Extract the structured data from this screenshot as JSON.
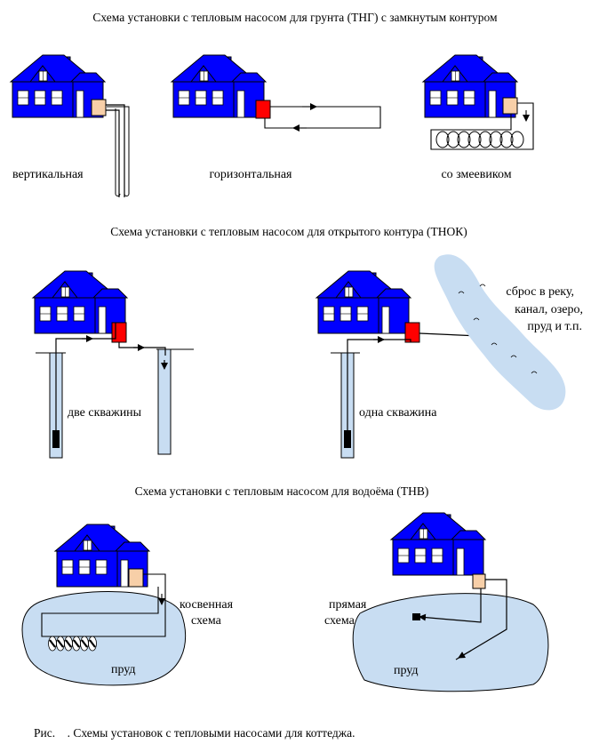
{
  "headings": {
    "ground": "Схема установки с тепловым насосом для грунта (ТНГ) с замкнутым контуром",
    "open": "Схема установки с тепловым насосом для открытого контура (ТНОК)",
    "water": "Схема установки с тепловым насосом для водоёма (ТНВ)"
  },
  "ground_labels": {
    "vertical": "вертикальная",
    "horizontal": "горизонтальная",
    "coil": "со змеевиком"
  },
  "open_labels": {
    "two_wells": "две скважины",
    "one_well": "одна скважина",
    "discharge_line1": "сброс в реку,",
    "discharge_line2": "канал, озеро,",
    "discharge_line3": "пруд и т.п."
  },
  "water_labels": {
    "indirect_line1": "косвенная",
    "indirect_line2": "схема",
    "direct_line1": "прямая",
    "direct_line2": "схема",
    "pond_left": "пруд",
    "pond_right": "пруд"
  },
  "caption": "Рис.    . Схемы установок с тепловыми насосами для коттеджа.",
  "colors": {
    "house_blue": "#0000ff",
    "pump_red": "#ff0000",
    "pump_beige": "#f7cfa8",
    "water_blue": "#c8ddf2"
  }
}
